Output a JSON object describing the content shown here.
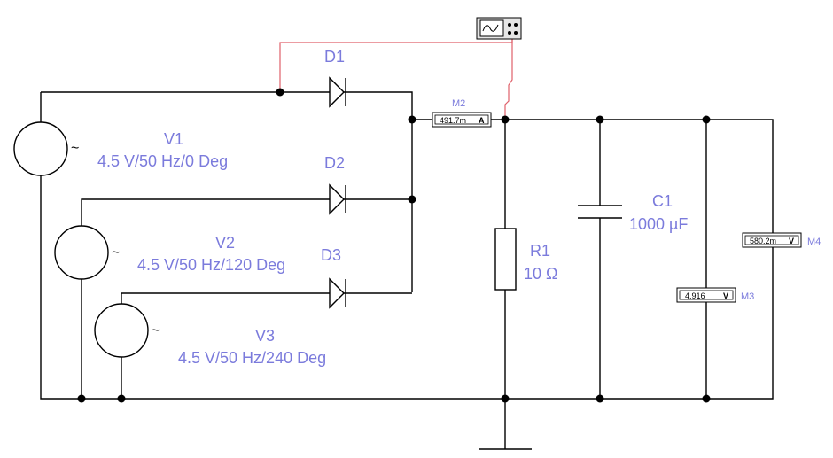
{
  "components": {
    "V1": {
      "name": "V1",
      "value": "4.5 V/50 Hz/0 Deg"
    },
    "V2": {
      "name": "V2",
      "value": "4.5 V/50 Hz/120 Deg"
    },
    "V3": {
      "name": "V3",
      "value": "4.5 V/50 Hz/240 Deg"
    },
    "D1": {
      "name": "D1"
    },
    "D2": {
      "name": "D2"
    },
    "D3": {
      "name": "D3"
    },
    "R1": {
      "name": "R1",
      "value": "10 Ω"
    },
    "C1": {
      "name": "C1",
      "value": "1000 µF"
    }
  },
  "meters": {
    "M2": {
      "name": "M2",
      "reading": "491.7m",
      "unit": "A"
    },
    "M3": {
      "name": "M3",
      "reading": "4.916",
      "unit": "V"
    },
    "M4": {
      "name": "M4",
      "reading": "580.2m",
      "unit": "V"
    }
  },
  "ac_symbol": "~",
  "colors": {
    "label": "#7b7bdc",
    "probe_wire": "#e0606a",
    "wire": "#000000"
  },
  "icons": {
    "oscilloscope": "oscilloscope-icon",
    "ground": "ground-icon"
  }
}
